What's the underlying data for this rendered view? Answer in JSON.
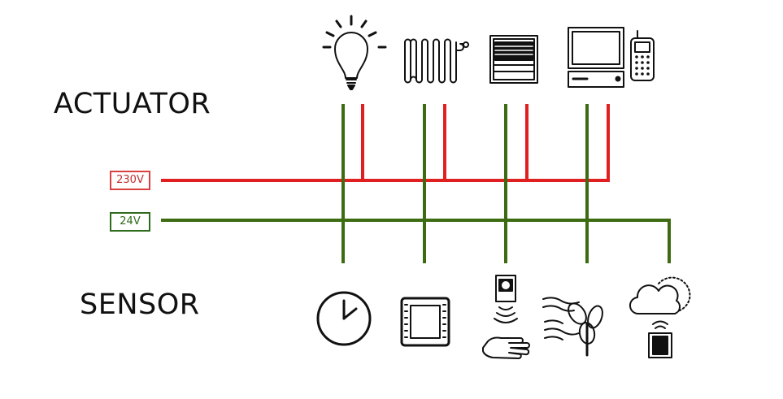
{
  "labels": {
    "actuator": "ACTUATOR",
    "sensor": "SENSOR"
  },
  "buses": {
    "power": {
      "label": "230V",
      "color": "#e02020"
    },
    "control": {
      "label": "24V",
      "color": "#3d6b12"
    }
  },
  "icons": {
    "actuators": [
      "light-bulb-icon",
      "radiator-icon",
      "window-blind-icon",
      "computer-phone-icon"
    ],
    "sensors": [
      "clock-icon",
      "wall-switch-icon",
      "motion-sensor-icon",
      "wind-sensor-icon",
      "weather-sensor-icon"
    ]
  }
}
